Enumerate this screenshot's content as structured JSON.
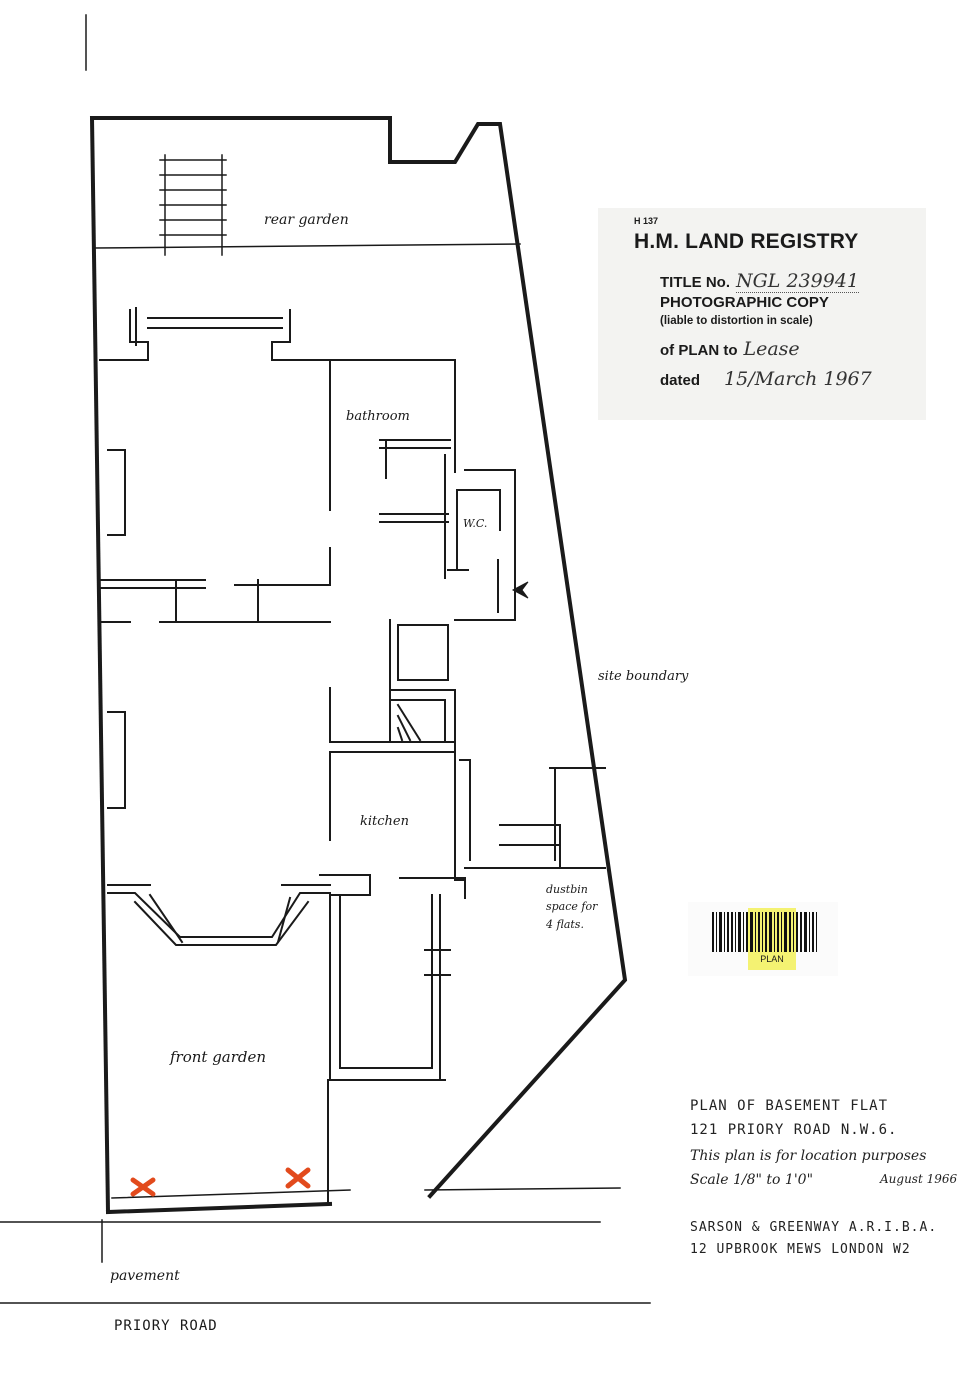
{
  "registry": {
    "code": "H 137",
    "title": "H.M. LAND REGISTRY",
    "title_no_label": "TITLE No.",
    "title_no_value": "NGL 239941",
    "photocopy": "PHOTOGRAPHIC COPY",
    "distortion_note": "(liable to distortion in scale)",
    "of_plan_label": "of PLAN to",
    "of_plan_value": "Lease",
    "dated_label": "dated",
    "dated_value": "15/March 1967"
  },
  "rooms": {
    "rear_garden": "rear garden",
    "bathroom": "bathroom",
    "wc": "W.C.",
    "kitchen": "kitchen",
    "front_garden": "front garden",
    "site_boundary": "site boundary",
    "dustbin_line1": "dustbin",
    "dustbin_line2": "space for",
    "dustbin_line3": "4 flats."
  },
  "street": {
    "pavement": "pavement",
    "road": "PRIORY ROAD"
  },
  "caption": {
    "line1": "PLAN OF BASEMENT FLAT",
    "line2": "121 PRIORY ROAD N.W.6.",
    "line3": "This plan is for location purposes",
    "line4_scale": "Scale 1/8\" to 1'0\"",
    "line4_date": "August 1966",
    "line5": "SARSON & GREENWAY A.R.I.B.A.",
    "line6": "12 UPBROOK MEWS LONDON W2"
  },
  "barcode": {
    "label": "PLAN"
  },
  "colors": {
    "marker": "#e24a1c",
    "highlight": "#f0ec28",
    "ink": "#1a1a1a"
  }
}
